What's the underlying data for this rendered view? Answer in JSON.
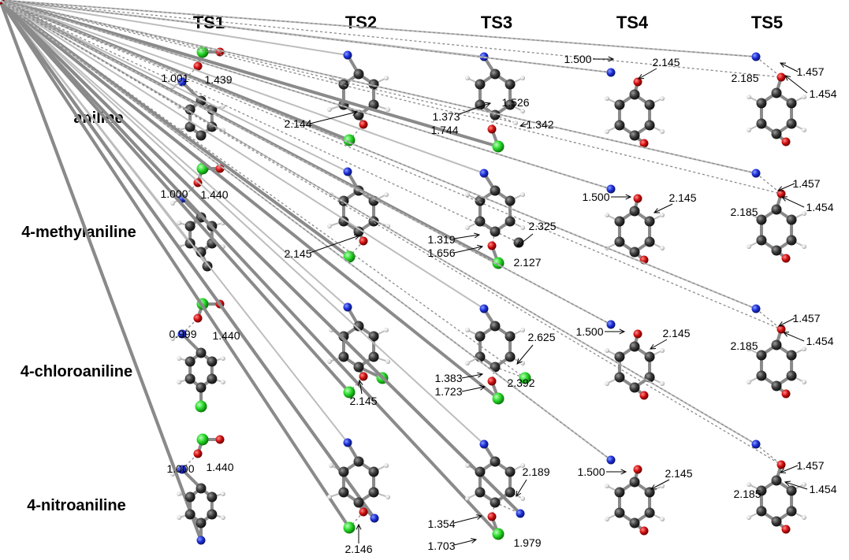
{
  "columns": [
    "TS1",
    "TS2",
    "TS3",
    "TS4",
    "TS5"
  ],
  "rows": [
    "aniline",
    "4-methylaniline",
    "4-chloroaniline",
    "4-nitroaniline"
  ],
  "colors": {
    "carbon": "#2f2f2f",
    "hydrogen": "#e8e8e8",
    "nitrogen": "#1c2fd6",
    "oxygen": "#d01010",
    "chlorine": "#27d627",
    "bond": "#8a8a8a"
  },
  "distances": [
    {
      "TS1": [
        "1.001",
        "1.439"
      ],
      "TS2": [
        "2.144"
      ],
      "TS3": [
        "1.373",
        "1.526",
        "1.744",
        "1.342"
      ],
      "TS4": [
        "1.500",
        "2.145"
      ],
      "TS5": [
        "1.457",
        "2.185",
        "1.454"
      ]
    },
    {
      "TS1": [
        "1.000",
        "1.440"
      ],
      "TS2": [
        "2.145"
      ],
      "TS3": [
        "2.325",
        "1.319",
        "1.656",
        "2.127"
      ],
      "TS4": [
        "1.500",
        "2.145"
      ],
      "TS5": [
        "1.457",
        "2.185",
        "1.454"
      ]
    },
    {
      "TS1": [
        "0.999",
        "1.440"
      ],
      "TS2": [
        "2.145"
      ],
      "TS3": [
        "2.625",
        "1.383",
        "1.723",
        "2.392"
      ],
      "TS4": [
        "1.500",
        "2.145"
      ],
      "TS5": [
        "1.457",
        "2.185",
        "1.454"
      ]
    },
    {
      "TS1": [
        "1.000",
        "1.440"
      ],
      "TS2": [
        "2.146"
      ],
      "TS3": [
        "2.189",
        "1.354",
        "1.703",
        "1.979"
      ],
      "TS4": [
        "1.500",
        "2.145"
      ],
      "TS5": [
        "1.457",
        "2.185",
        "1.454"
      ]
    }
  ]
}
